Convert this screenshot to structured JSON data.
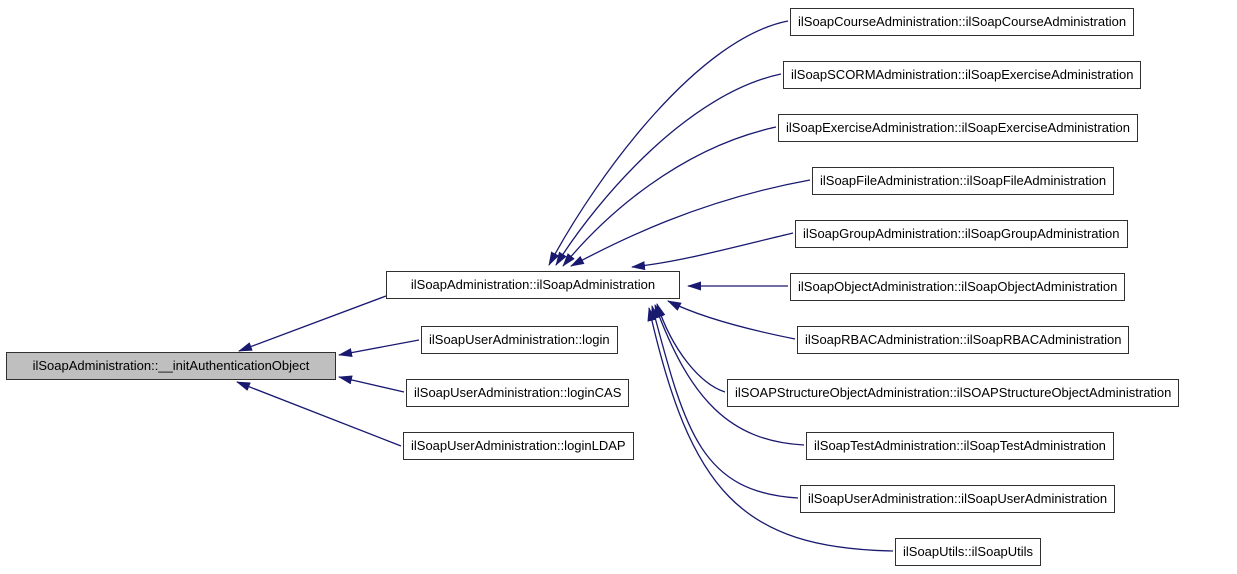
{
  "diagram": {
    "kind": "caller-graph",
    "colors": {
      "edge": "#191970",
      "node_fill": "#ffffff",
      "node_border": "#303030",
      "focus_fill": "#bfbfbf",
      "background": "#ffffff",
      "text": "#000000"
    }
  },
  "nodes": {
    "focus": {
      "label": "ilSoapAdministration::__initAuthenticationObject"
    },
    "center": {
      "label": "ilSoapAdministration::ilSoapAdministration"
    },
    "middle_callers": [
      {
        "label": "ilSoapUserAdministration::login"
      },
      {
        "label": "ilSoapUserAdministration::loginCAS"
      },
      {
        "label": "ilSoapUserAdministration::loginLDAP"
      }
    ],
    "right_callers": [
      {
        "label": "ilSoapCourseAdministration::ilSoapCourseAdministration"
      },
      {
        "label": "ilSoapSCORMAdministration::ilSoapExerciseAdministration"
      },
      {
        "label": "ilSoapExerciseAdministration::ilSoapExerciseAdministration"
      },
      {
        "label": "ilSoapFileAdministration::ilSoapFileAdministration"
      },
      {
        "label": "ilSoapGroupAdministration::ilSoapGroupAdministration"
      },
      {
        "label": "ilSoapObjectAdministration::ilSoapObjectAdministration"
      },
      {
        "label": "ilSoapRBACAdministration::ilSoapRBACAdministration"
      },
      {
        "label": "ilSOAPStructureObjectAdministration::ilSOAPStructureObjectAdministration"
      },
      {
        "label": "ilSoapTestAdministration::ilSoapTestAdministration"
      },
      {
        "label": "ilSoapUserAdministration::ilSoapUserAdministration"
      },
      {
        "label": "ilSoapUtils::ilSoapUtils"
      }
    ]
  }
}
